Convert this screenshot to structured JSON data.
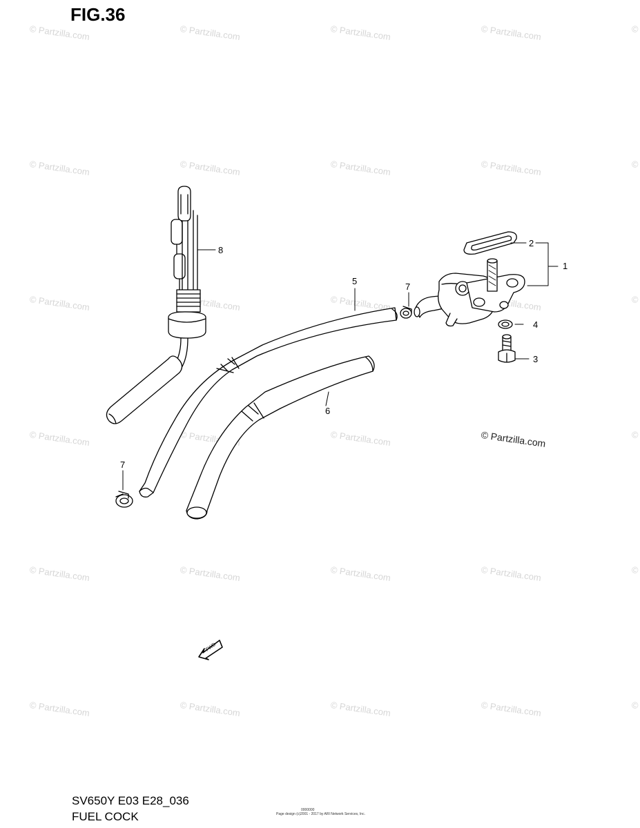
{
  "figure": {
    "title": "FIG.36"
  },
  "footer": {
    "model_code": "SV650Y E03 E28_036",
    "section_name": "FUEL COCK",
    "tiny_code": "0000000",
    "tiny_credit": "Page design (c)2001 - 2017 by ARI Network Services, Inc."
  },
  "copyright": "© Partzilla.com",
  "watermark": "© Partzilla.com",
  "fwd_label": "FWD",
  "callouts": {
    "c1": "1",
    "c2": "2",
    "c3": "3",
    "c4": "4",
    "c5": "5",
    "c6": "6",
    "c7a": "7",
    "c7b": "7",
    "c8": "8"
  },
  "parts": [
    {
      "ref": "1",
      "name": "fuel-cock-assembly"
    },
    {
      "ref": "2",
      "name": "gasket"
    },
    {
      "ref": "3",
      "name": "bolt"
    },
    {
      "ref": "4",
      "name": "washer"
    },
    {
      "ref": "5",
      "name": "fuel-hose"
    },
    {
      "ref": "6",
      "name": "vacuum-hose"
    },
    {
      "ref": "7",
      "name": "hose-clamp"
    },
    {
      "ref": "8",
      "name": "fuel-level-sensor"
    }
  ]
}
